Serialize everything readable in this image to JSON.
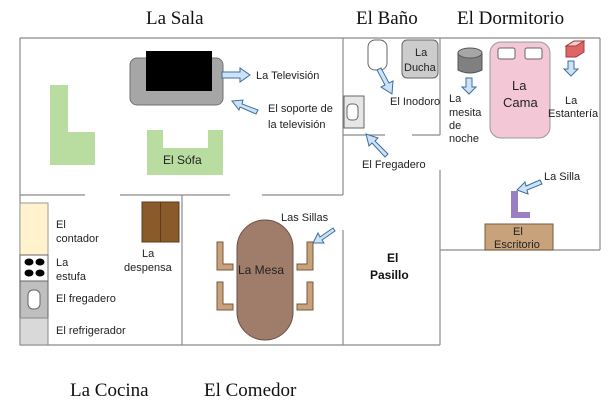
{
  "rooms": {
    "sala": "La Sala",
    "bano": "El Baño",
    "dormitorio": "El Dormitorio",
    "cocina": "La Cocina",
    "comedor": "El Comedor",
    "pasillo_line1": "El",
    "pasillo_line2": "Pasillo"
  },
  "sala": {
    "television": "La Televisión",
    "stand_line1": "El soporte de",
    "stand_line2": "la televisión",
    "sofa": "El Sófa"
  },
  "bano": {
    "ducha_line1": "La",
    "ducha_line2": "Ducha",
    "inodoro": "El Inodoro",
    "fregadero": "El Fregadero"
  },
  "dormitorio": {
    "mesita_line1": "La",
    "mesita_line2": "mesita",
    "mesita_line3": "de",
    "mesita_line4": "noche",
    "cama_line1": "La",
    "cama_line2": "Cama",
    "estanteria_line1": "La",
    "estanteria_line2": "Estantería",
    "silla": "La Silla",
    "escritorio_line1": "El",
    "escritorio_line2": "Escritorio"
  },
  "cocina": {
    "contador_line1": "El",
    "contador_line2": "contador",
    "estufa_line1": "La",
    "estufa_line2": "estufa",
    "fregadero": "El fregadero",
    "refrigerador": "El refrigerador",
    "despensa_line1": "La",
    "despensa_line2": "despensa"
  },
  "comedor": {
    "sillas": "Las Sillas",
    "mesa": "La Mesa"
  },
  "colors": {
    "sofa": "#b9dca0",
    "tv": "#000000",
    "stand": "#a6a6a6",
    "counter": "#fff2cc",
    "despensa": "#8b5a2b",
    "table": "#a07d6b",
    "chair": "#c8a27a",
    "bed": "#f4c7d6",
    "desk": "#c8a27a",
    "silla": "#9b7fc4",
    "arrow": "#cde3f5"
  }
}
